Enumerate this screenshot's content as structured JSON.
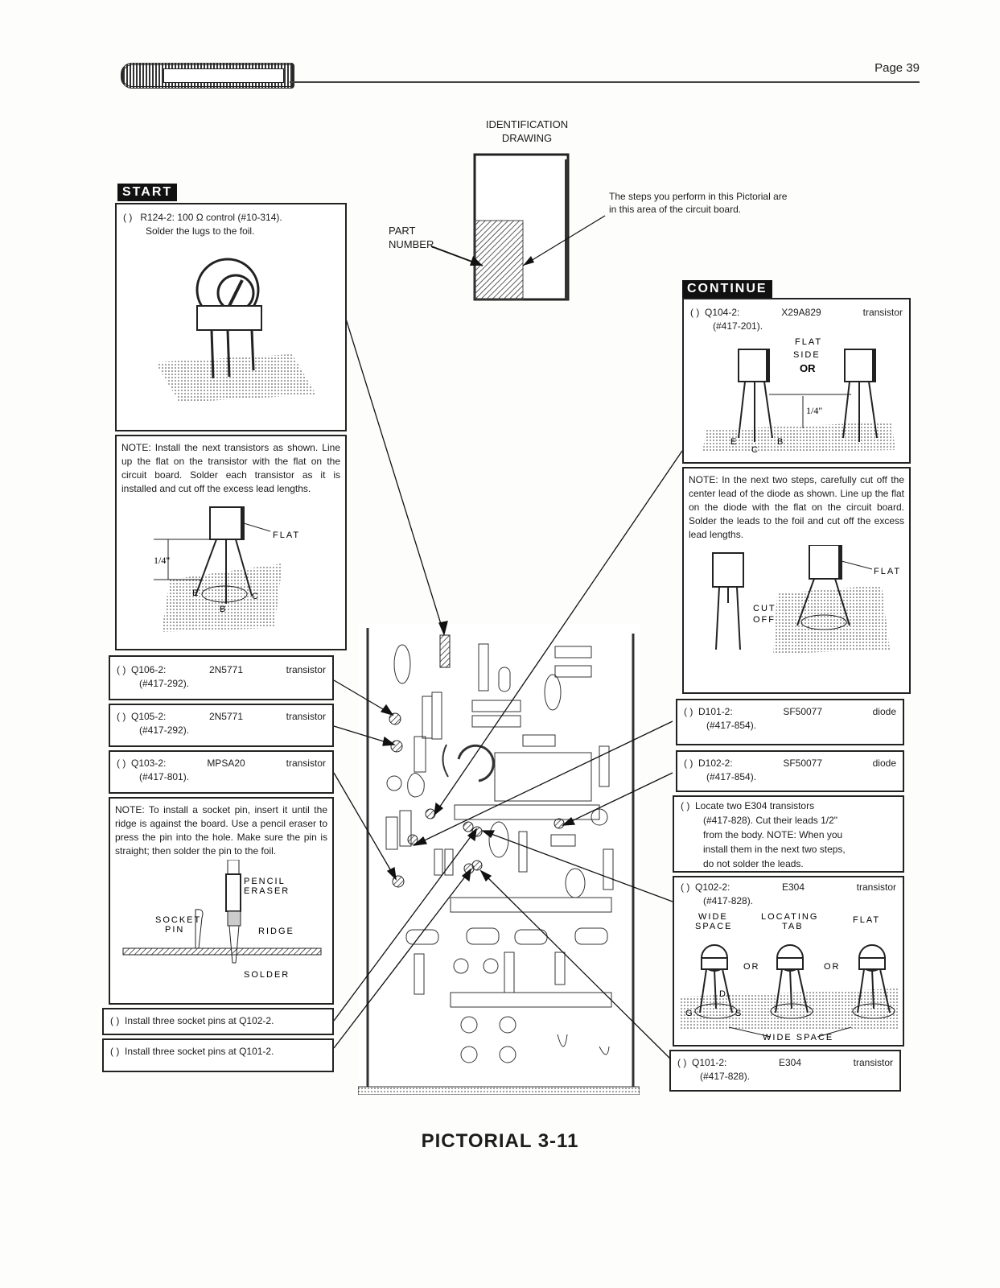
{
  "header": {
    "page_label": "Page 39"
  },
  "identification": {
    "title_line1": "IDENTIFICATION",
    "title_line2": "DRAWING",
    "part_line1": "PART",
    "part_line2": "NUMBER",
    "note_line1": "The steps you perform in this Pictorial are",
    "note_line2": "in this area of the circuit board."
  },
  "left": {
    "start_label": "START",
    "r124": {
      "check": "(   )",
      "line1": "R124-2:  100 Ω control (#10-314).",
      "line2": "Solder the lugs to the foil."
    },
    "note1": "NOTE:  Install the next transistors as shown. Line up the flat on the transistor with the flat on the circuit board. Solder each transistor as it is installed and cut off the excess lead lengths.",
    "note1_fig": {
      "flat": "FLAT",
      "dim": "1/4\"",
      "e": "E",
      "b": "B",
      "c": "C"
    },
    "q106": {
      "check": "(   )",
      "name": "Q106-2:",
      "type": "2N5771",
      "kind": "transistor",
      "part": "(#417-292)."
    },
    "q105": {
      "check": "(   )",
      "name": "Q105-2:",
      "type": "2N5771",
      "kind": "transistor",
      "part": "(#417-292)."
    },
    "q103": {
      "check": "(   )",
      "name": "Q103-2:",
      "type": "MPSA20",
      "kind": "transistor",
      "part": "(#417-801)."
    },
    "note2": "NOTE:  To install a socket pin, insert it until the ridge is against the board. Use a pencil eraser to press the pin into the hole. Make sure the pin is straight; then solder the pin to the foil.",
    "note2_fig": {
      "pencil": "PENCIL",
      "eraser": "ERASER",
      "socket": "SOCKET",
      "pin": "PIN",
      "ridge": "RIDGE",
      "solder": "SOLDER"
    },
    "sock102": {
      "check": "(   )",
      "text": "Install three socket pins at Q102-2."
    },
    "sock101": {
      "check": "(   )",
      "text": "Install three socket pins at Q101-2."
    }
  },
  "right": {
    "continue_label": "CONTINUE",
    "q104": {
      "check": "(   )",
      "name": "Q104-2:",
      "type": "X29A829",
      "kind": "transistor",
      "part": "(#417-201)."
    },
    "q104_fig": {
      "flat": "FLAT",
      "side": "SIDE",
      "or": "OR",
      "dim": "1/4\"",
      "e": "E",
      "c": "C",
      "b": "B"
    },
    "note3": "NOTE:  In the next two steps, carefully cut off the center lead of the diode as shown. Line up the flat on the diode with the flat on the circuit board. Solder the leads to the foil and cut off the excess lead lengths.",
    "note3_fig": {
      "cut": "CUT",
      "off": "OFF",
      "flat": "FLAT"
    },
    "d101": {
      "check": "(   )",
      "name": "D101-2:",
      "type": "SF50077",
      "kind": "diode",
      "part": "(#417-854)."
    },
    "d102": {
      "check": "(   )",
      "name": "D102-2:",
      "type": "SF50077",
      "kind": "diode",
      "part": "(#417-854)."
    },
    "locate": {
      "check": "(   )",
      "line1": "Locate   two   E304   transistors",
      "line2": "(#417-828). Cut their leads 1/2\"",
      "line3": "from the body. NOTE: When you",
      "line4": "install them in the next two steps,",
      "line5": "do not solder the leads."
    },
    "q102": {
      "check": "(   )",
      "name": "Q102-2:",
      "type": "E304",
      "kind": "transistor",
      "part": "(#417-828)."
    },
    "q102_fig": {
      "wide": "WIDE",
      "space": "SPACE",
      "locating": "LOCATING",
      "tab": "TAB",
      "flat": "FLAT",
      "or": "OR",
      "g": "G",
      "d": "D",
      "s": "S",
      "wide_space": "WIDE SPACE"
    },
    "q101": {
      "check": "(   )",
      "name": "Q101-2:",
      "type": "E304",
      "kind": "transistor",
      "part": "(#417-828)."
    }
  },
  "caption": "PICTORIAL 3-11"
}
